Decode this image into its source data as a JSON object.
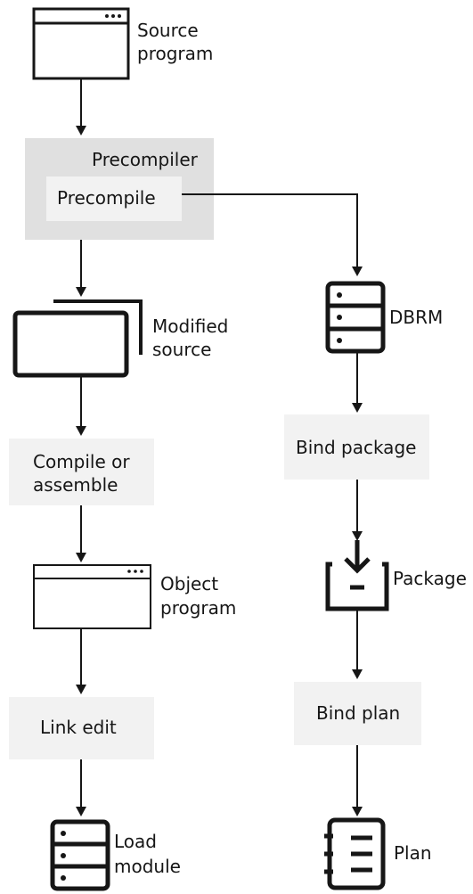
{
  "left_column": {
    "source_program": {
      "line1": "Source",
      "line2": "program"
    },
    "precompiler_label": "Precompiler",
    "precompile_label": "Precompile",
    "modified_source": {
      "line1": "Modified",
      "line2": "source"
    },
    "compile_or_assemble": {
      "line1": "Compile or",
      "line2": "assemble"
    },
    "object_program": {
      "line1": "Object",
      "line2": "program"
    },
    "link_edit_label": "Link edit",
    "load_module": {
      "line1": "Load",
      "line2": "module"
    }
  },
  "right_column": {
    "dbrm_label": "DBRM",
    "bind_package_label": "Bind package",
    "package_label": "Package",
    "bind_plan_label": "Bind plan",
    "plan_label": "Plan"
  },
  "colors": {
    "process_box": "#f2f2f2",
    "precompiler_box": "#e0e0e0",
    "ink": "#161616"
  }
}
